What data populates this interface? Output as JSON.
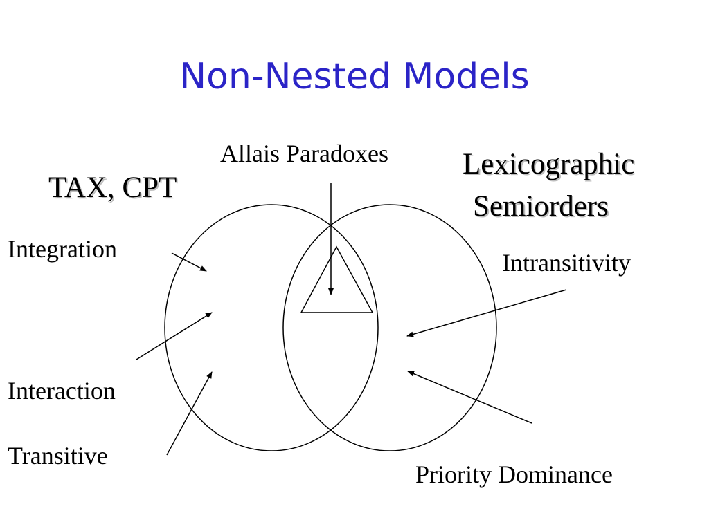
{
  "slide": {
    "title": "Non-Nested Models"
  },
  "labels": {
    "allais": "Allais Paradoxes",
    "tax_cpt": "TAX, CPT",
    "lexico_line1": "Lexicographic",
    "lexico_line2": "Semiorders",
    "integration": "Integration",
    "intransitivity": "Intransitivity",
    "interaction": "Interaction",
    "transitive": "Transitive",
    "priority_dominance": "Priority Dominance"
  },
  "colors": {
    "title": "#2b24c7",
    "text": "#000000",
    "shadow": "#bdbdbd"
  }
}
